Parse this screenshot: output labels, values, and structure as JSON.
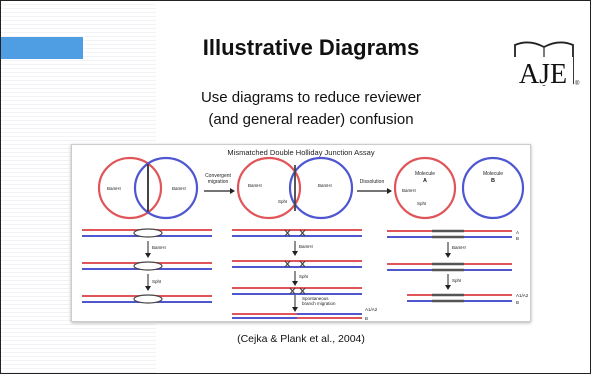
{
  "slide": {
    "title": "Illustrative Diagrams",
    "subtitle_line1": "Use diagrams to reduce reviewer",
    "subtitle_line2": "(and general reader) confusion",
    "citation": "(Cejka & Plank et al., 2004)",
    "logo_text": "AJE"
  },
  "figure": {
    "title": "Mismatched Double Holliday Junction Assay",
    "arrow1_line1": "Convergent",
    "arrow1_line2": "migration",
    "arrow2": "Dissolution",
    "bamhi": "BamHI",
    "sphi": "SphI",
    "molecule_a_line1": "Molecule",
    "molecule_a_line2": "A",
    "molecule_b_line1": "Molecule",
    "molecule_b_line2": "B",
    "spont_line1": "Spontaneous",
    "spont_line2": "branch migration",
    "label_a": "A",
    "label_b": "B",
    "label_a1a2": "A1/A2",
    "colors": {
      "red": "#e0555a",
      "blue": "#4e56d0",
      "grey": "#666666"
    }
  }
}
